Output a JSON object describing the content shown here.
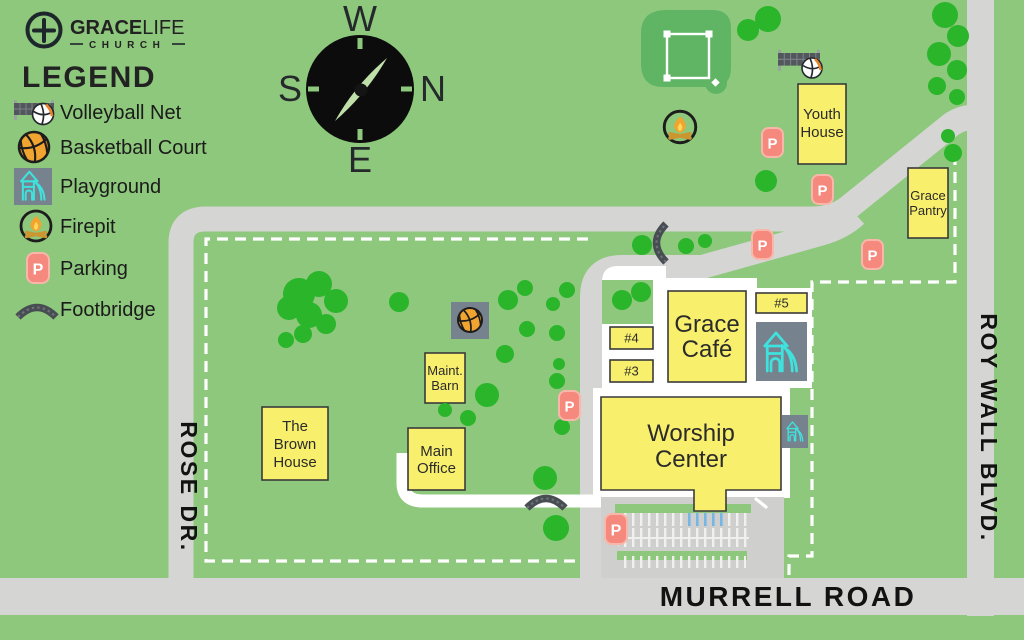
{
  "logo": {
    "brand_bold": "GRACE",
    "brand_light": "LIFE",
    "subtitle": "CHURCH"
  },
  "legend": {
    "title": "LEGEND",
    "items": [
      {
        "icon": "volleyball-net-icon",
        "label": "Volleyball Net"
      },
      {
        "icon": "basketball-icon",
        "label": "Basketball Court"
      },
      {
        "icon": "playground-icon",
        "label": "Playground"
      },
      {
        "icon": "firepit-icon",
        "label": "Firepit"
      },
      {
        "icon": "parking-icon",
        "label": "Parking"
      },
      {
        "icon": "footbridge-icon",
        "label": "Footbridge"
      }
    ]
  },
  "compass": {
    "west": "W",
    "north": "N",
    "south": "S",
    "east": "E"
  },
  "roads": {
    "murrell": "MURRELL ROAD",
    "rose": "ROSE DR.",
    "roy": "ROY WALL BLVD."
  },
  "buildings": {
    "youth_house": [
      "Youth",
      "House"
    ],
    "grace_pantry": [
      "Grace",
      "Pantry"
    ],
    "grace_cafe": [
      "Grace",
      "Café"
    ],
    "unit_5": "#5",
    "unit_4": "#4",
    "unit_3": "#3",
    "worship_center": [
      "Worship",
      "Center"
    ],
    "maint_barn": [
      "Maint.",
      "Barn"
    ],
    "main_office": [
      "Main",
      "Office"
    ],
    "brown_house": [
      "The",
      "Brown",
      "House"
    ]
  },
  "icons": {
    "parking_letter": "P"
  },
  "colors": {
    "background": "#8dc87c",
    "road": "#d5d5d3",
    "parking_lot": "#cfcfcd",
    "building": "#f8ef6d",
    "tree": "#2ab52a",
    "ballfield": "#5fb564",
    "parking_tile": "#f5897e",
    "playground_square": "#76828d",
    "playground_lines": "#3fe2dc",
    "handicap_stripe": "#74b6e6",
    "boundary_dash": "#ffffff"
  }
}
